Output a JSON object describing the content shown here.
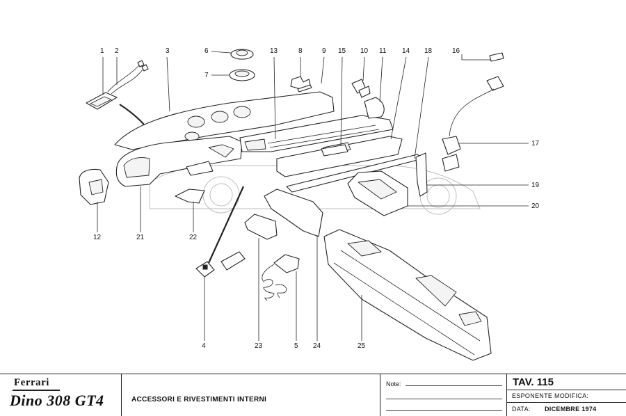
{
  "callouts": [
    {
      "id": "callout-1",
      "num": "1"
    },
    {
      "id": "callout-2",
      "num": "2"
    },
    {
      "id": "callout-3",
      "num": "3"
    },
    {
      "id": "callout-4",
      "num": "4"
    },
    {
      "id": "callout-5",
      "num": "5"
    },
    {
      "id": "callout-6",
      "num": "6"
    },
    {
      "id": "callout-7",
      "num": "7"
    },
    {
      "id": "callout-8",
      "num": "8"
    },
    {
      "id": "callout-9",
      "num": "9"
    },
    {
      "id": "callout-10",
      "num": "10"
    },
    {
      "id": "callout-11",
      "num": "11"
    },
    {
      "id": "callout-12",
      "num": "12"
    },
    {
      "id": "callout-13",
      "num": "13"
    },
    {
      "id": "callout-14",
      "num": "14"
    },
    {
      "id": "callout-15",
      "num": "15"
    },
    {
      "id": "callout-16",
      "num": "16"
    },
    {
      "id": "callout-17",
      "num": "17"
    },
    {
      "id": "callout-18",
      "num": "18"
    },
    {
      "id": "callout-19",
      "num": "19"
    },
    {
      "id": "callout-20",
      "num": "20"
    },
    {
      "id": "callout-21",
      "num": "21"
    },
    {
      "id": "callout-22",
      "num": "22"
    },
    {
      "id": "callout-23",
      "num": "23"
    },
    {
      "id": "callout-24",
      "num": "24"
    },
    {
      "id": "callout-25",
      "num": "25"
    }
  ],
  "title_block": {
    "brand": "Ferrari",
    "model": "Dino 308 GT4",
    "section_title": "ACCESSORI E RIVESTIMENTI INTERNI",
    "notes_label": "Note:",
    "table": "TAV. 115",
    "esponente_label": "ESPONENTE MODIFICA:",
    "data_label": "DATA:",
    "data_value": "DICEMBRE 1974"
  }
}
